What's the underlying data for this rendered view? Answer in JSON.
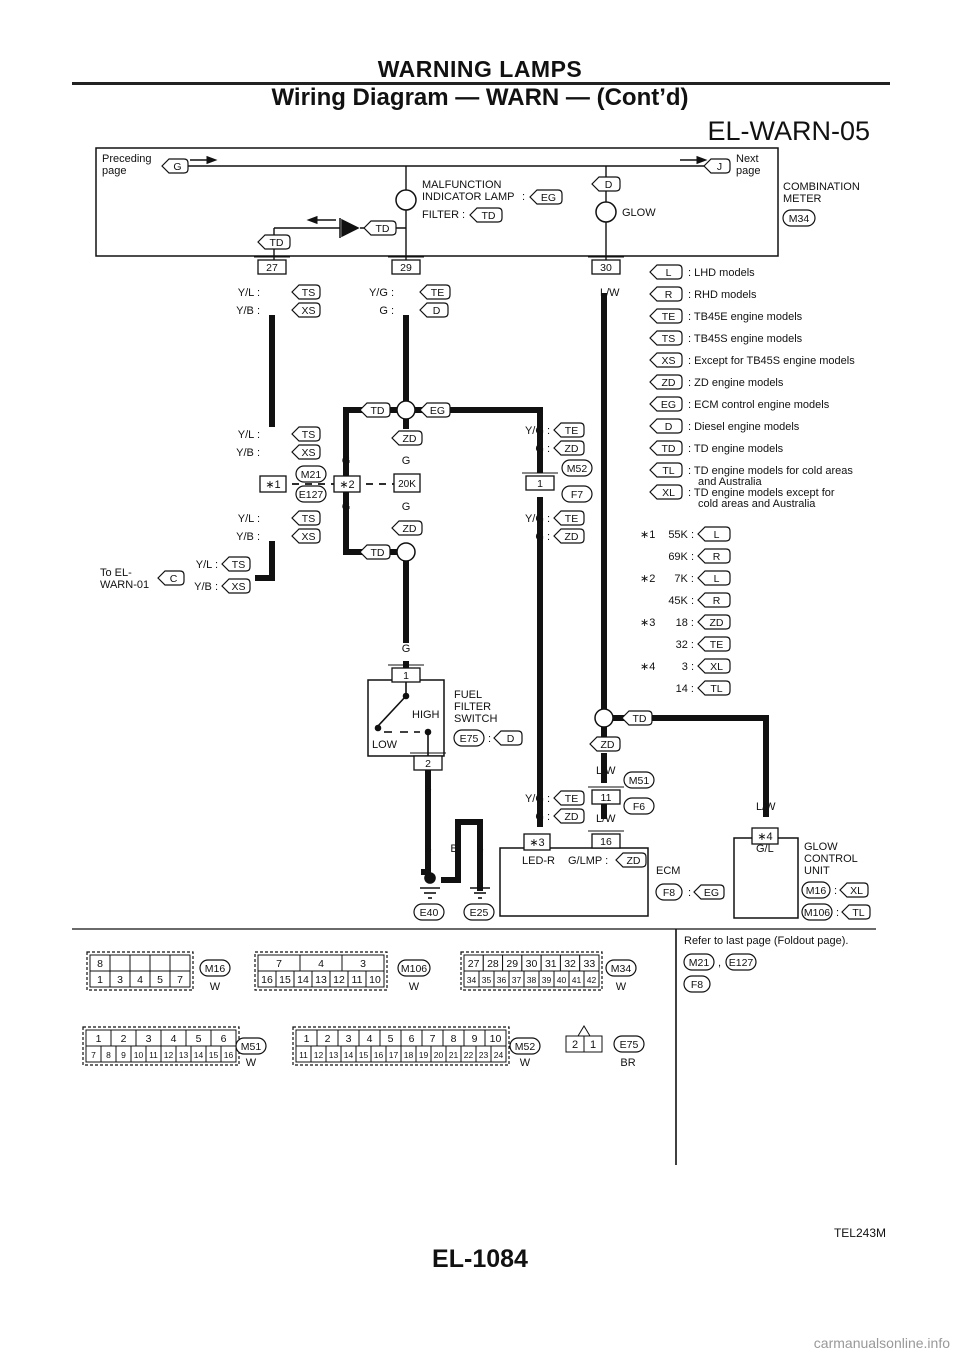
{
  "header": {
    "section": "WARNING LAMPS",
    "title": "Wiring Diagram — WARN — (Cont’d)",
    "code": "EL-WARN-05"
  },
  "meter": {
    "preceding": [
      "Preceding",
      "page"
    ],
    "next": [
      "Next",
      "page"
    ],
    "pre_tag": "G",
    "next_tag": "J",
    "mil": [
      "MALFUNCTION",
      "INDICATOR LAMP"
    ],
    "mil_tag": "EG",
    "filter": "FILTER",
    "filter_tag": "TD",
    "glow": "GLOW",
    "glow_tag": "D",
    "combo": [
      "COMBINATION",
      "METER"
    ],
    "combo_conn": "M34",
    "diode_tag": "TD",
    "left_tag": "TD",
    "pins": [
      "27",
      "29",
      "30"
    ]
  },
  "wires": {
    "yl": "Y/L :",
    "yb": "Y/B :",
    "yg": "Y/G :",
    "g": "G :",
    "lw": "L/W",
    "gl": "G/L",
    "g_plain": "G",
    "b": "B",
    "ts": "TS",
    "xs": "XS",
    "te": "TE",
    "d": "D",
    "zd": "ZD",
    "td": "TD",
    "eg": "EG"
  },
  "legend": [
    {
      "tag": "L",
      "text": "LHD models"
    },
    {
      "tag": "R",
      "text": "RHD models"
    },
    {
      "tag": "TE",
      "text": "TB45E engine models"
    },
    {
      "tag": "TS",
      "text": "TB45S engine models"
    },
    {
      "tag": "XS",
      "text": "Except for TB45S engine models"
    },
    {
      "tag": "ZD",
      "text": "ZD engine models"
    },
    {
      "tag": "EG",
      "text": "ECM control engine models"
    },
    {
      "tag": "D",
      "text": "Diesel engine models"
    },
    {
      "tag": "TD",
      "text": "TD engine models"
    },
    {
      "tag": "TL",
      "text": "TD engine models for cold areas",
      "text2": "and Australia"
    },
    {
      "tag": "XL",
      "text": "TD engine models except for",
      "text2": "cold areas and Australia"
    }
  ],
  "stars": [
    {
      "star": "1",
      "rows": [
        {
          "val": "55K :",
          "tag": "L"
        },
        {
          "val": "69K :",
          "tag": "R"
        }
      ]
    },
    {
      "star": "2",
      "rows": [
        {
          "val": "7K :",
          "tag": "L"
        },
        {
          "val": "45K :",
          "tag": "R"
        }
      ]
    },
    {
      "star": "3",
      "rows": [
        {
          "val": "18 :",
          "tag": "ZD"
        },
        {
          "val": "32 :",
          "tag": "TE"
        }
      ]
    },
    {
      "star": "4",
      "rows": [
        {
          "val": "3 :",
          "tag": "XL"
        },
        {
          "val": "14 :",
          "tag": "TL"
        }
      ]
    }
  ],
  "joint": {
    "star1": "1",
    "star2": "2",
    "m21": "M21",
    "e127": "E127",
    "k20": "20K",
    "m52": "M52",
    "f7": "F7",
    "pin1": "1"
  },
  "to_ref": [
    "To EL-",
    "WARN-01"
  ],
  "to_tag": "C",
  "fuel": {
    "name": [
      "FUEL",
      "FILTER",
      "SWITCH"
    ],
    "high": "HIGH",
    "low": "LOW",
    "conn": "E75",
    "tag": "D",
    "pin_top": "1",
    "pin_bot": "2"
  },
  "grounds": {
    "e40": "E40",
    "e25": "E25"
  },
  "ecm": {
    "name": "ECM",
    "led": "LED-R",
    "glmp": "G/LMP :",
    "tag": "ZD",
    "conn": "F8",
    "conn_tag": "EG",
    "m51": "M51",
    "f6": "F6",
    "pin11": "11",
    "pin16": "16",
    "star3": "3"
  },
  "glow_unit": {
    "name": [
      "GLOW",
      "CONTROL",
      "UNIT"
    ],
    "star4": "4",
    "m16": "M16",
    "xl": "XL",
    "m106": "M106",
    "tl": "TL"
  },
  "connectors": {
    "m16": {
      "id": "M16",
      "color": "W",
      "top": [
        "8",
        "",
        "",
        "",
        ""
      ],
      "bottom": [
        "1",
        "3",
        "4",
        "5",
        "7"
      ]
    },
    "m106": {
      "id": "M106",
      "color": "W",
      "top": [
        "7",
        "4",
        "3"
      ],
      "bottom": [
        "16",
        "15",
        "14",
        "13",
        "12",
        "11",
        "10"
      ]
    },
    "m34": {
      "id": "M34",
      "color": "W",
      "top": [
        "27",
        "28",
        "29",
        "30",
        "31",
        "32",
        "33"
      ],
      "bottom": [
        "34",
        "35",
        "36",
        "37",
        "38",
        "39",
        "40",
        "41",
        "42"
      ]
    },
    "m51": {
      "id": "M51",
      "color": "W",
      "top": [
        "1",
        "2",
        "3",
        "4",
        "5",
        "6"
      ],
      "bottom": [
        "7",
        "8",
        "9",
        "10",
        "11",
        "12",
        "13",
        "14",
        "15",
        "16"
      ]
    },
    "m52": {
      "id": "M52",
      "color": "W",
      "top": [
        "1",
        "2",
        "3",
        "4",
        "5",
        "6",
        "7",
        "8",
        "9",
        "10"
      ],
      "bottom": [
        "11",
        "12",
        "13",
        "14",
        "15",
        "16",
        "17",
        "18",
        "19",
        "20",
        "21",
        "22",
        "23",
        "24"
      ]
    },
    "e75": {
      "id": "E75",
      "color": "BR",
      "pins": [
        "2",
        "1"
      ]
    }
  },
  "refer": {
    "text": "Refer to last page (Foldout page).",
    "a": "M21",
    "sep": ",",
    "b": "E127",
    "c": "F8"
  },
  "footer": {
    "fig": "TEL243M",
    "page": "EL-1084"
  },
  "watermark": "carmanualsonline.info"
}
